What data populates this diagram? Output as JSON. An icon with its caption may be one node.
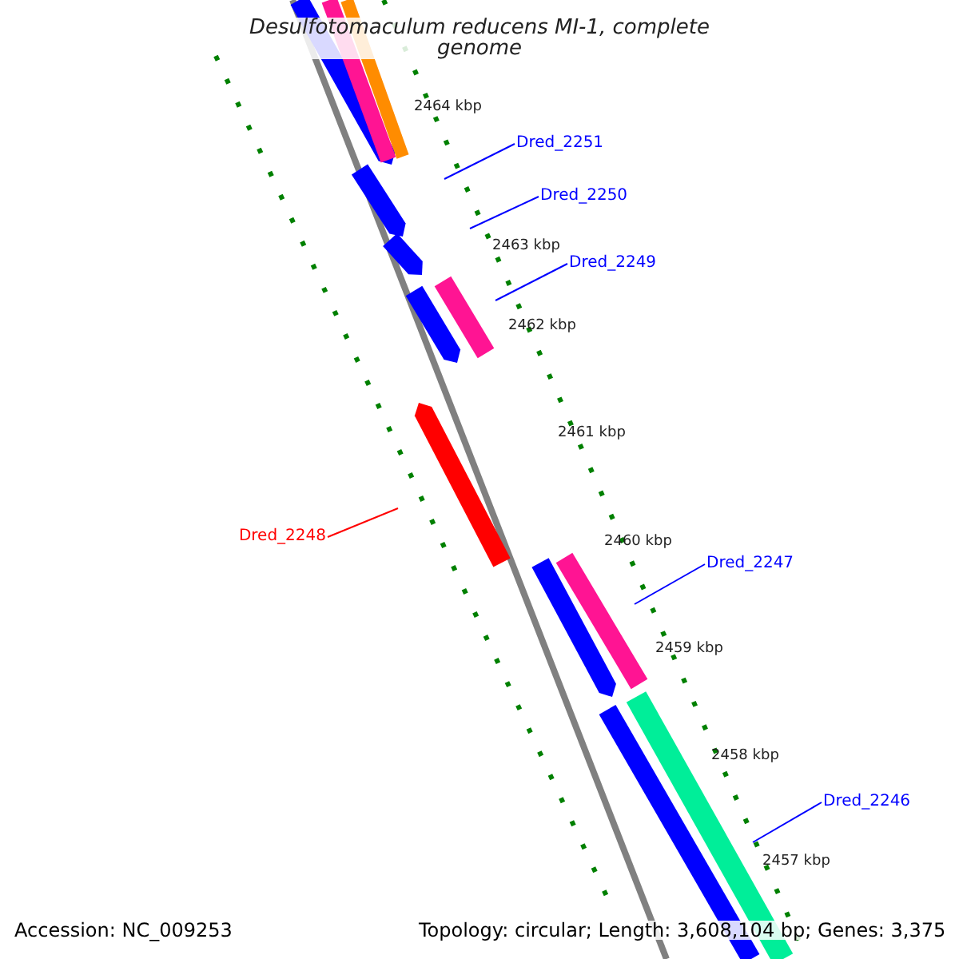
{
  "diagram": {
    "title": "Desulfotomaculum reducens MI-1, complete genome",
    "nodes": [
      {
        "text": [
          "Dred_2251"
        ]
      },
      {
        "text": [
          "Dred_2250"
        ]
      },
      {
        "text": [
          "Dred_2249"
        ]
      },
      {
        "text": [
          "Dred_2248"
        ]
      },
      {
        "text": [
          "Dred_2247"
        ]
      },
      {
        "text": [
          "Dred_2246"
        ]
      }
    ],
    "edges": [
      {
        "from": 0,
        "to": null,
        "arrow": "none"
      },
      {
        "from": 1,
        "to": null,
        "arrow": "none"
      },
      {
        "from": 2,
        "to": null,
        "arrow": "none"
      },
      {
        "from": 3,
        "to": null,
        "arrow": "none",
        "color": "#ff0000"
      },
      {
        "from": 4,
        "to": null,
        "arrow": "none"
      },
      {
        "from": 5,
        "to": null,
        "arrow": "none"
      }
    ],
    "labels": [
      "2464 kbp",
      "2463 kbp",
      "2462 kbp",
      "2461 kbp",
      "2460 kbp",
      "2459 kbp",
      "2458 kbp",
      "2457 kbp",
      "Accession: NC_009253",
      "Topology: circular; Length: 3,608,104 bp; Genes: 3,375"
    ]
  }
}
